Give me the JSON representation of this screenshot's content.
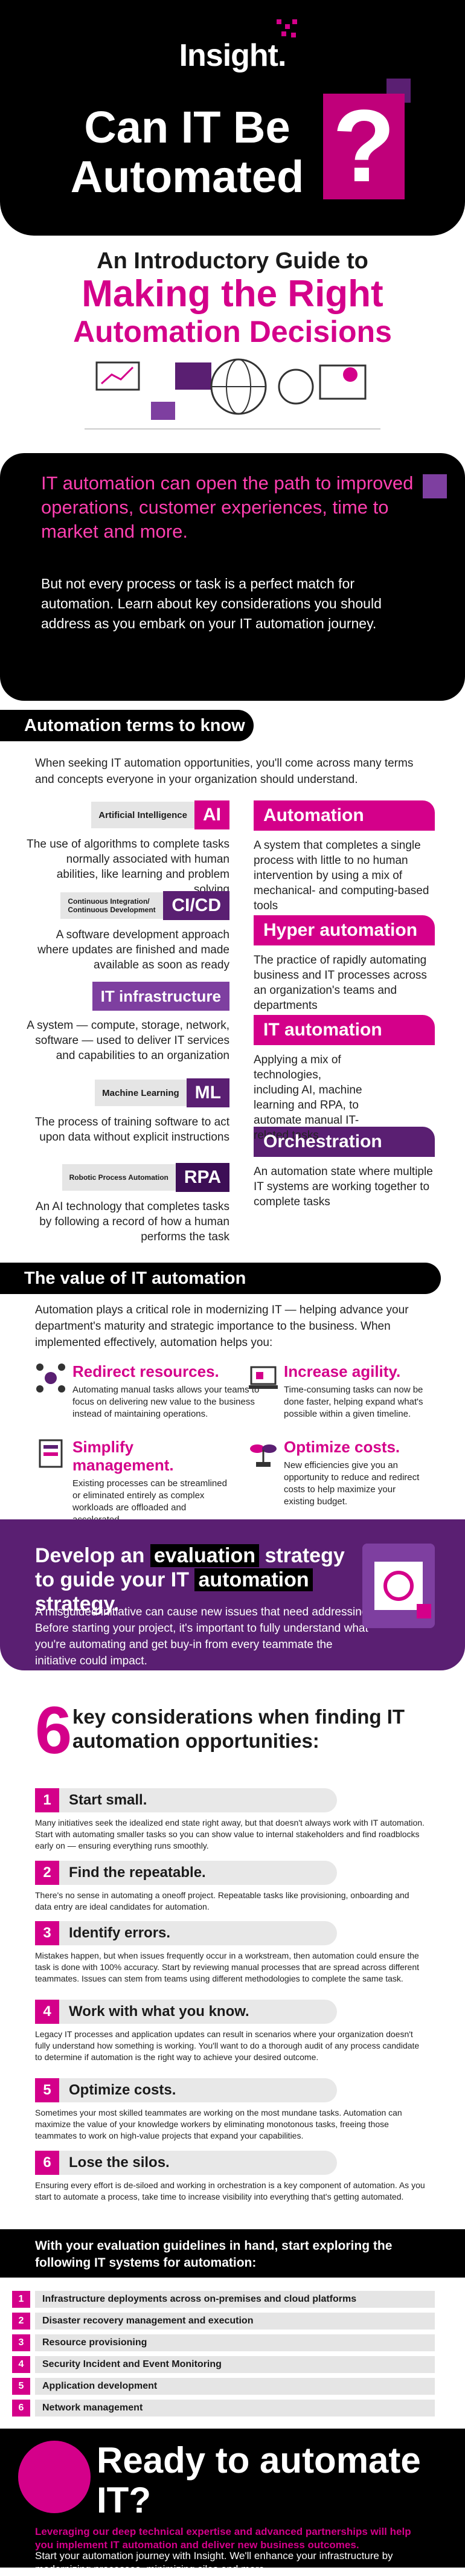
{
  "brand": {
    "logo": "Insight.",
    "colors": {
      "magenta": "#d4008a",
      "purple": "#5a1f72",
      "black": "#000000"
    }
  },
  "hero": {
    "title": "Can IT Be Automated",
    "question_mark": "?"
  },
  "intro": {
    "pre": "An Introductory Guide to",
    "main": "Making the Right",
    "sub": "Automation Decisions"
  },
  "banner": {
    "headline": "IT automation can open the path to improved operations, customer experiences, time to market and more.",
    "body": "But not every process or task is a perfect match for automation. Learn about key considerations you should address as you embark on your IT automation journey."
  },
  "terms": {
    "heading": "Automation terms to know",
    "intro": "When seeking IT automation opportunities, you'll come across many terms and concepts everyone in your organization should understand.",
    "left": [
      {
        "pill": "Artificial Intelligence",
        "tag": "AI",
        "desc": "The use of algorithms to complete tasks normally associated with human abilities, like learning and problem solving"
      },
      {
        "pill": "Continuous Integration/ Continuous Development",
        "tag": "CI/CD",
        "desc": "A software development approach where updates are finished and made available as soon as ready"
      },
      {
        "pill": "",
        "tag": "IT infrastructure",
        "desc": "A system — compute, storage, network, software — used to deliver IT services and capabilities to an organization"
      },
      {
        "pill": "Machine Learning",
        "tag": "ML",
        "desc": "The process of training software to act upon data without explicit instructions"
      },
      {
        "pill": "Robotic Process Automation",
        "tag": "RPA",
        "desc": "An AI technology that completes tasks by following a record of how a human performs the task"
      }
    ],
    "right": [
      {
        "title": "Automation",
        "desc": "A system that completes a single process with little to no human intervention by using a mix of mechanical- and computing-based tools"
      },
      {
        "title": "Hyper automation",
        "desc": "The practice of rapidly automating business and IT processes across an organization's teams and departments"
      },
      {
        "title": "IT automation",
        "desc": "Applying a mix of technologies, including AI, machine learning and RPA, to automate manual IT-related tasks"
      },
      {
        "title": "Orchestration",
        "desc": "An automation state where multiple IT systems are working together to complete tasks"
      }
    ]
  },
  "value": {
    "heading": "The value of IT automation",
    "intro": "Automation plays a critical role in modernizing IT — helping advance your department's maturity and strategic importance to the business. When implemented effectively, automation helps you:",
    "items": [
      {
        "title": "Redirect resources.",
        "desc": "Automating manual tasks allows your teams to focus on delivering new value to the business instead of maintaining operations."
      },
      {
        "title": "Increase agility.",
        "desc": "Time-consuming tasks can now be done faster, helping expand what's possible within a given timeline."
      },
      {
        "title": "Simplify management.",
        "desc": "Existing processes can be streamlined or eliminated entirely as complex workloads are offloaded and accelerated."
      },
      {
        "title": "Optimize costs.",
        "desc": "New efficiencies give you an opportunity to reduce and redirect costs to help maximize your existing budget."
      }
    ]
  },
  "evaluation": {
    "h1": "Develop an",
    "hl1": "evaluation",
    "h2": "strategy to guide your IT",
    "hl2": "automation",
    "h3": "strategy.",
    "body": "A misguided initiative can cause new issues that need addressing. Before starting your project, it's important to fully understand what you're automating and get buy-in from every teammate the initiative could impact."
  },
  "considerations": {
    "number": "6",
    "heading": "key considerations when finding IT automation opportunities:",
    "steps": [
      {
        "n": "1",
        "title": "Start small.",
        "desc": "Many initiatives seek the idealized end state right away, but that doesn't always work with IT automation. Start with automating smaller tasks so you can show value to internal stakeholders and find roadblocks early on — ensuring everything runs smoothly."
      },
      {
        "n": "2",
        "title": "Find the repeatable.",
        "desc": "There's no sense in automating a oneoff project. Repeatable tasks like provisioning, onboarding and data entry are ideal candidates for automation."
      },
      {
        "n": "3",
        "title": "Identify errors.",
        "desc": "Mistakes happen, but when issues frequently occur in a workstream, then automation could ensure the task is done with 100% accuracy. Start by reviewing manual processes that are spread across different teammates. Issues can stem from teams using different methodologies to complete the same task."
      },
      {
        "n": "4",
        "title": "Work with what you know.",
        "desc": "Legacy IT processes and application updates can result in scenarios where your organization doesn't fully understand how something is working. You'll want to do a thorough audit of any process candidate to determine if automation is the right way to achieve your desired outcome."
      },
      {
        "n": "5",
        "title": "Optimize costs.",
        "desc": "Sometimes your most skilled teammates are working on the most mundane tasks. Automation can maximize the value of your knowledge workers by eliminating monotonous tasks, freeing those teammates to work on high-value projects that expand your capabilities."
      },
      {
        "n": "6",
        "title": "Lose the silos.",
        "desc": "Ensuring every effort is de-siloed and working in orchestration is a key component of automation. As you start to automate a process, take time to increase visibility into everything that's getting automated."
      }
    ]
  },
  "explore": {
    "heading": "With your evaluation guidelines in hand, start exploring the following IT systems for automation:",
    "items": [
      {
        "n": "1",
        "label": "Infrastructure deployments across on-premises and cloud platforms"
      },
      {
        "n": "2",
        "label": "Disaster recovery management and execution"
      },
      {
        "n": "3",
        "label": "Resource provisioning"
      },
      {
        "n": "4",
        "label": "Security Incident and Event Monitoring"
      },
      {
        "n": "5",
        "label": "Application development"
      },
      {
        "n": "6",
        "label": "Network management"
      }
    ]
  },
  "ready": {
    "heading": "Ready to automate IT?",
    "magenta": "Leveraging our deep technical expertise and advanced partnerships will help you implement IT automation and deliver new business outcomes.",
    "body": "Start your automation journey with Insight. We'll enhance your infrastructure by modernizing processes, minimizing silos and more."
  }
}
